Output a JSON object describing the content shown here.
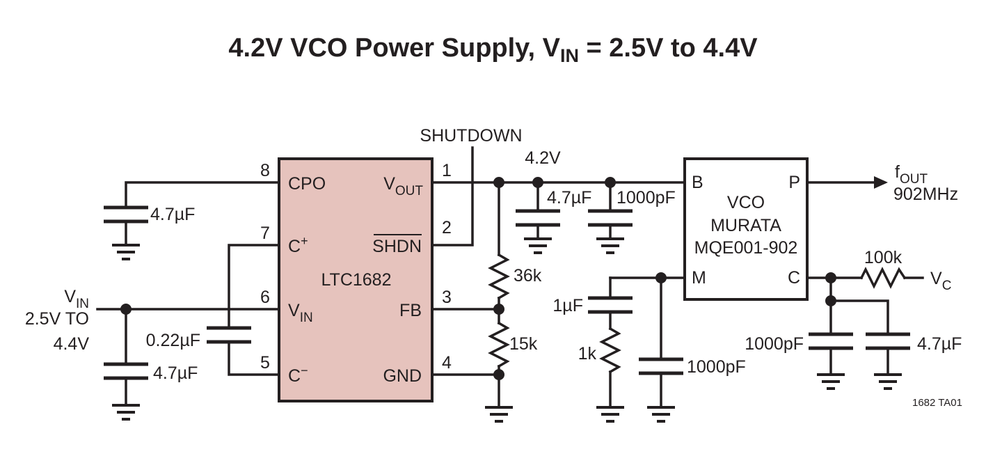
{
  "title": {
    "main": "4.2V VCO Power Supply, V",
    "sub": "IN",
    "rest": " = 2.5V to 4.4V"
  },
  "ic": {
    "name": "LTC1682",
    "fill": "#e6c3bd",
    "pins": {
      "p1": "1",
      "p2": "2",
      "p3": "3",
      "p4": "4",
      "p5": "5",
      "p6": "6",
      "p7": "7",
      "p8": "8"
    },
    "labels": {
      "cpo": "CPO",
      "cplus": "C",
      "cplus_sup": "+",
      "vin": "V",
      "vin_sub": "IN",
      "cminus": "C",
      "cminus_sup": "−",
      "vout": "V",
      "vout_sub": "OUT",
      "shdn": "SHDN",
      "fb": "FB",
      "gnd": "GND"
    }
  },
  "vco": {
    "line1": "VCO",
    "line2": "MURATA",
    "line3": "MQE001-902",
    "pin_b": "B",
    "pin_p": "P",
    "pin_m": "M",
    "pin_c": "C"
  },
  "components": {
    "c_cpo": "4.7µF",
    "c_fly": "0.22µF",
    "c_in": "4.7µF",
    "r_top": "36k",
    "r_bot": "15k",
    "c_out1": "4.7µF",
    "c_out2": "1000pF",
    "c_m1": "1µF",
    "r_m": "1k",
    "c_m2": "1000pF",
    "r_c": "100k",
    "c_c1": "1000pF",
    "c_c2": "4.7µF"
  },
  "labels": {
    "shutdown": "SHUTDOWN",
    "v42": "4.2V",
    "vin_main": "V",
    "vin_sub": "IN",
    "vin_range1": "2.5V TO",
    "vin_range2": "4.4V",
    "fout_main": "f",
    "fout_sub": "OUT",
    "fout_freq": "902MHz",
    "vc_main": "V",
    "vc_sub": "C",
    "code": "1682 TA01"
  }
}
